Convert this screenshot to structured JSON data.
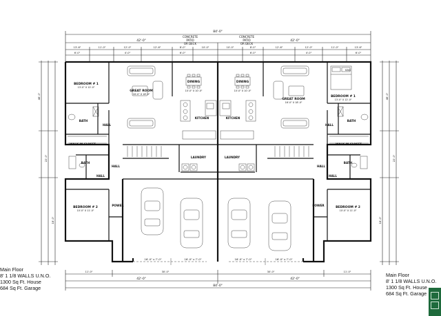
{
  "header": {
    "patio_left": [
      "CONCRETE",
      "PATIO",
      "OR DECK"
    ],
    "patio_right": [
      "CONCRETE",
      "PATIO",
      "OR DECK"
    ],
    "overall_top": "84'-0\"",
    "unit_top_left": "42'-0\"",
    "unit_top_right": "42'-0\"",
    "overall_bottom": "84'-0\"",
    "unit_bottom_left": "42'-0\"",
    "unit_bottom_right": "42'-0\""
  },
  "rooms": {
    "bedroom1_left": {
      "name": "BEDROOM # 1",
      "dim": "13'-0\" X 12'-0\""
    },
    "bedroom1_right": {
      "name": "BEDROOM # 1",
      "dim": "13'-0\" X 12'-0\""
    },
    "great_room_left": {
      "name": "GREAT ROOM",
      "dim": "16'-0\" X 18'-0\""
    },
    "great_room_right": {
      "name": "GREAT ROOM",
      "dim": "16'-0\" X 18'-0\""
    },
    "dining_left": {
      "name": "DINING",
      "dim": "10'-0\" X 10'-0\""
    },
    "dining_right": {
      "name": "DINING",
      "dim": "10'-0\" X 10'-0\""
    },
    "kitchen_left": "KITCHEN",
    "kitchen_right": "KITCHEN",
    "bath_left": "BATH",
    "bath_right": "BATH",
    "hall_left": "HALL",
    "hall_right": "HALL",
    "wic_left": "WALK IN CLOSET",
    "wic_right": "WALK IN CLOSET",
    "laundry_left": "LAUNDRY",
    "laundry_right": "LAUNDRY",
    "bath2_left": "BATH",
    "bath2_right": "BATH",
    "hall2_left": "HALL",
    "hall2_right": "HALL",
    "bedroom2_left": {
      "name": "BEDROOM # 2",
      "dim": "10'-0\" X 11'-0\""
    },
    "bedroom2_right": {
      "name": "BEDROOM # 2",
      "dim": "10'-0\" X 11'-0\""
    },
    "power_left": "POWER",
    "power_right": "POWER",
    "king_label": "KING"
  },
  "garage": {
    "door_left_a": "16'-0\" x 7'-0\"",
    "door_left_b": "16'-0\" x 7'-0\"",
    "door_right_a": "16'-0\" x 7'-0\"",
    "door_right_b": "16'-0\" x 7'-0\""
  },
  "notes": {
    "left": [
      "Main Floor",
      "8' 1 1/8 WALLS U.N.O.",
      "1300 Sq Ft. House",
      "684  Sq Ft. Garage"
    ],
    "right": [
      "Main Floor",
      "8' 1 1/8 WALLS U.N.O.",
      "1300 Sq Ft. House",
      "684  Sq Ft. Garage"
    ]
  },
  "colors": {
    "ink": "#111111",
    "badge": "#1e6a3c"
  }
}
